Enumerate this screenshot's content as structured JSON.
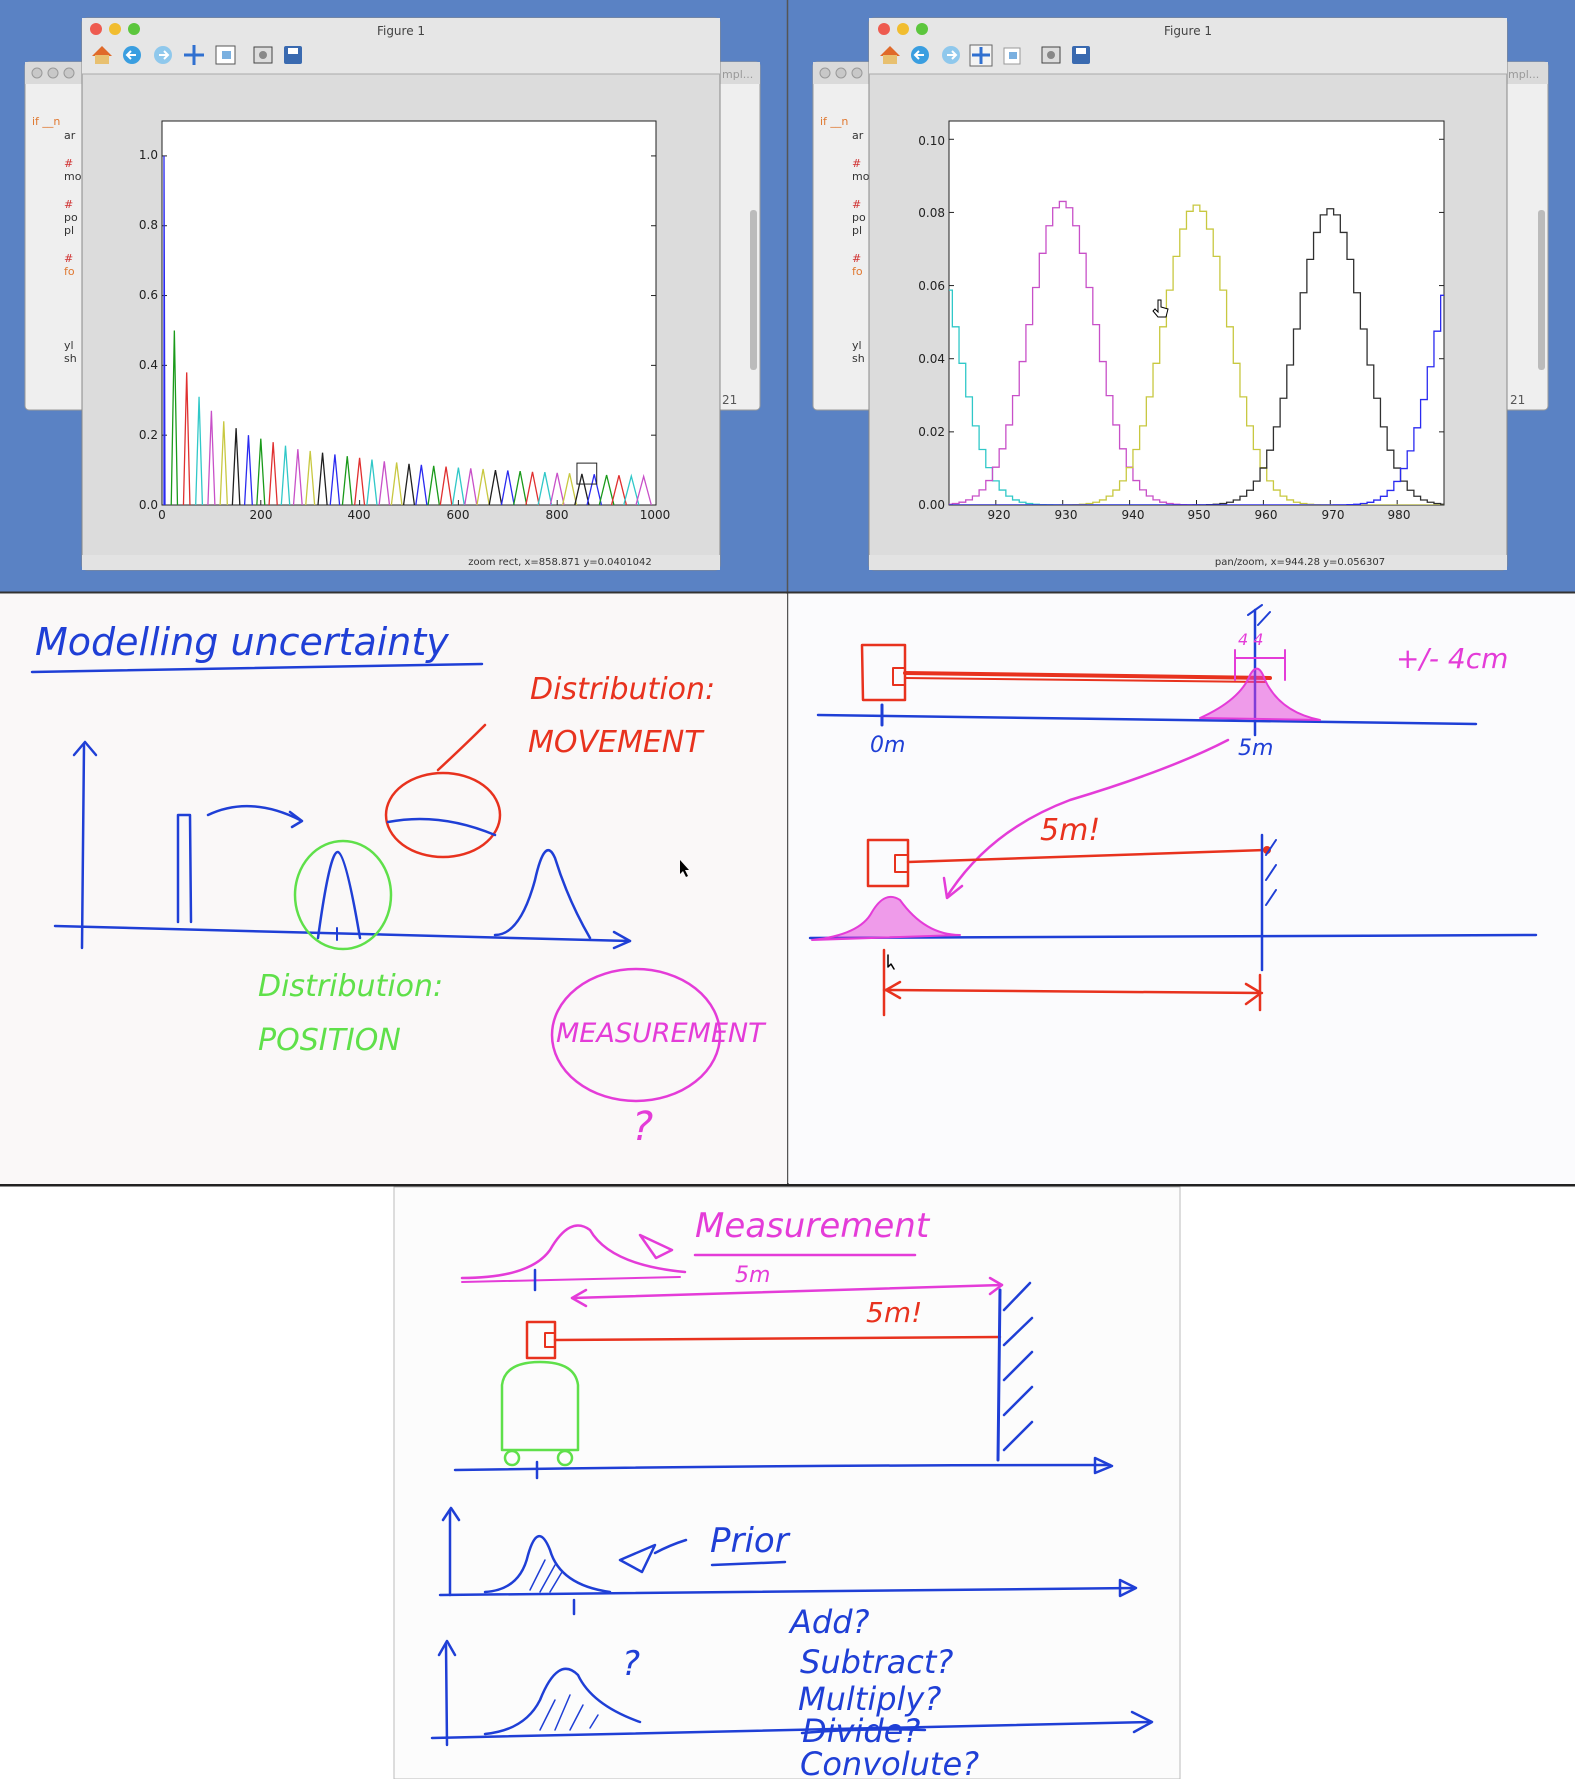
{
  "windows": [
    {
      "title": "Figure 1",
      "back_window_title": "mpl...",
      "back_window_line_number": "21",
      "back_code": [
        "if __n",
        "ar",
        "#",
        "mo",
        "#",
        "po",
        "pl",
        "#",
        "fo",
        "yl",
        "sh"
      ],
      "status_text": "zoom rect, x=858.871     y=0.0401042",
      "y_ticks": [
        "0.0",
        "0.2",
        "0.4",
        "0.6",
        "0.8",
        "1.0"
      ],
      "x_ticks": [
        "0",
        "200",
        "400",
        "600",
        "800",
        "1000"
      ]
    },
    {
      "title": "Figure 1",
      "back_window_title": "mpl...",
      "back_window_line_number": "21",
      "back_code": [
        "if __n",
        "ar",
        "#",
        "mo",
        "#",
        "po",
        "pl",
        "#",
        "fo",
        "yl",
        "sh"
      ],
      "status_text": "pan/zoom, x=944.28     y=0.056307",
      "y_ticks": [
        "0.00",
        "0.02",
        "0.04",
        "0.06",
        "0.08",
        "0.10"
      ],
      "x_ticks": [
        "920",
        "930",
        "940",
        "950",
        "960",
        "970",
        "980"
      ]
    }
  ],
  "toolbar_icons": [
    "home-icon",
    "back-icon",
    "forward-icon",
    "pan-icon",
    "zoom-icon",
    "subplots-icon",
    "save-icon"
  ],
  "colors": {
    "desktop": "#5a82c4",
    "window_chrome": "#dcdcdc",
    "ink_blue": "#1f3fd6",
    "ink_red": "#e8321e",
    "ink_magenta": "#e43cd8",
    "ink_green": "#5fe04a"
  },
  "whiteboard1": {
    "title": "Modelling uncertainty",
    "label_movement_1": "Distribution:",
    "label_movement_2": "MOVEMENT",
    "label_position_1": "Distribution:",
    "label_position_2": "POSITION",
    "label_measurement": "MEASUREMENT",
    "question": "?"
  },
  "whiteboard2": {
    "tolerance": "+/- 4cm",
    "zero_label": "0m",
    "five_label": "5m",
    "four_marks": "4  4",
    "measured": "5m!"
  },
  "whiteboard3": {
    "measurement_label": "Measurement",
    "measurement_distance": "5m",
    "sensor_distance": "5m!",
    "prior_label": "Prior",
    "question": "?",
    "operations": [
      "Add?",
      "Subtract?",
      "Multiply?",
      "Divide?",
      "Convolute?"
    ]
  },
  "chart_data": [
    {
      "type": "line",
      "title": "",
      "xlabel": "",
      "ylabel": "",
      "xlim": [
        0,
        1000
      ],
      "ylim": [
        0,
        1.1
      ],
      "series_peaks_x": [
        0,
        25,
        50,
        75,
        100,
        125,
        150,
        175,
        200,
        225,
        250,
        275,
        300,
        325,
        350,
        375,
        400,
        425,
        450,
        475,
        500,
        525,
        550,
        575,
        600,
        625,
        650,
        675,
        700,
        725,
        750,
        775,
        800,
        825,
        850,
        875,
        900,
        925,
        950,
        975
      ],
      "series_peaks_y": [
        1.0,
        0.5,
        0.38,
        0.31,
        0.27,
        0.24,
        0.22,
        0.2,
        0.19,
        0.18,
        0.17,
        0.16,
        0.155,
        0.15,
        0.145,
        0.14,
        0.135,
        0.13,
        0.125,
        0.122,
        0.118,
        0.115,
        0.112,
        0.11,
        0.107,
        0.105,
        0.103,
        0.1,
        0.099,
        0.097,
        0.095,
        0.094,
        0.092,
        0.091,
        0.089,
        0.088,
        0.086,
        0.085,
        0.083,
        0.082
      ],
      "series_colors": [
        "#2a2af0",
        "#1a9a1a",
        "#e03030",
        "#30c8c8",
        "#c850c8",
        "#c8c840",
        "#202020"
      ],
      "zoom_rect_x": [
        840,
        880
      ]
    },
    {
      "type": "line",
      "title": "",
      "xlabel": "",
      "ylabel": "",
      "xlim": [
        913,
        987
      ],
      "ylim": [
        0,
        0.105
      ],
      "series": [
        {
          "name": "",
          "color": "#30c8c8",
          "mean": 909,
          "peak": 0.082
        },
        {
          "name": "",
          "color": "#c850c8",
          "mean": 930,
          "peak": 0.083
        },
        {
          "name": "",
          "color": "#c8c840",
          "mean": 950,
          "peak": 0.082
        },
        {
          "name": "",
          "color": "#303030",
          "mean": 970,
          "peak": 0.081
        },
        {
          "name": "",
          "color": "#2a2af0",
          "mean": 991,
          "peak": 0.08
        }
      ]
    }
  ]
}
